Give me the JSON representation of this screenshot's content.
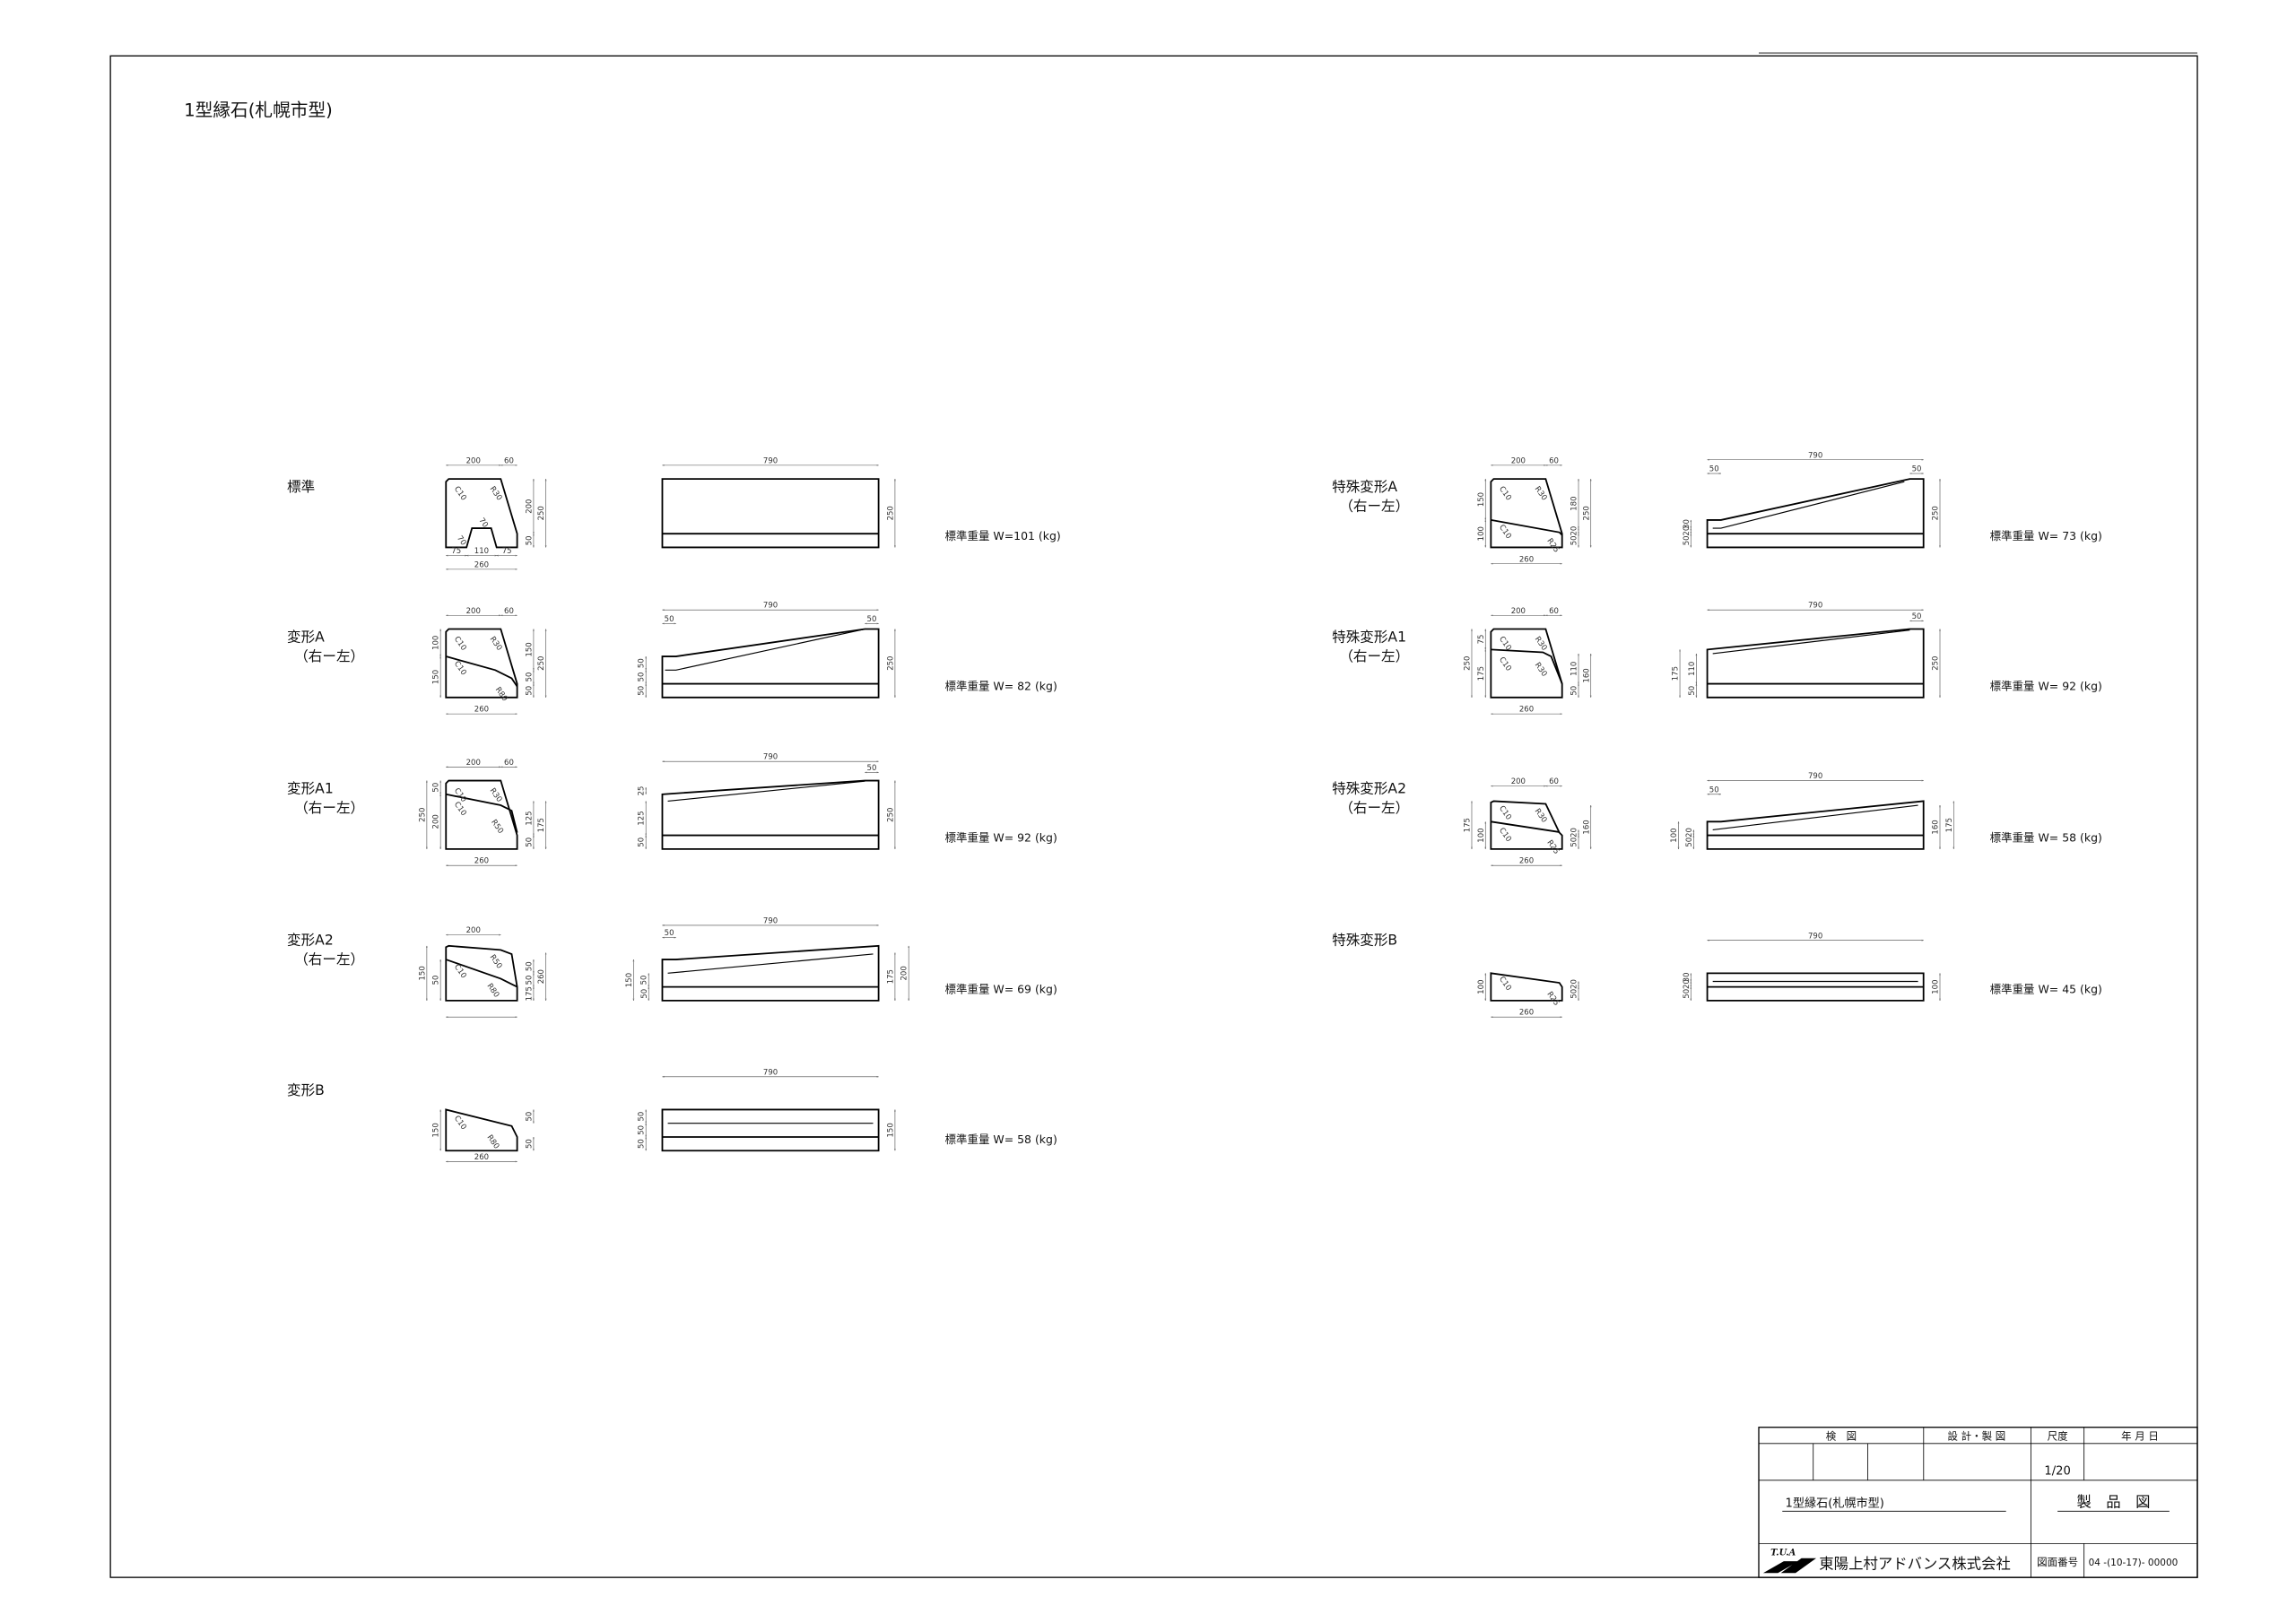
{
  "sheet": {
    "title": "1型縁石(札幌市型)"
  },
  "items": [
    {
      "label": "標準",
      "sublabel": "",
      "weight": "標準重量 W=101 (kg)",
      "section_dims": [
        "200",
        "60",
        "75",
        "110",
        "75",
        "260",
        "200",
        "50",
        "250"
      ],
      "notes": [
        "C10",
        "R30",
        "70",
        "70"
      ],
      "long_dims": [
        "790",
        "250"
      ]
    },
    {
      "label": "変形A",
      "sublabel": "（右ー左）",
      "weight": "標準重量 W= 82 (kg)",
      "section_dims": [
        "200",
        "60",
        "100",
        "150",
        "150",
        "50",
        "50",
        "250",
        "260"
      ],
      "notes": [
        "C10",
        "R30",
        "C10",
        "R80"
      ],
      "long_dims": [
        "790",
        "50",
        "50",
        "50",
        "50",
        "50",
        "250"
      ]
    },
    {
      "label": "変形A1",
      "sublabel": "（右ー左）",
      "weight": "標準重量 W= 92 (kg)",
      "section_dims": [
        "200",
        "60",
        "250",
        "50",
        "200",
        "125",
        "50",
        "175",
        "260"
      ],
      "notes": [
        "C10",
        "R30",
        "C10",
        "R50"
      ],
      "long_dims": [
        "790",
        "50",
        "25",
        "125",
        "50",
        "250"
      ]
    },
    {
      "label": "変形A2",
      "sublabel": "（右ー左）",
      "weight": "標準重量 W= 69 (kg)",
      "section_dims": [
        "200",
        "150",
        "50",
        "50",
        "50",
        "175",
        "260"
      ],
      "notes": [
        "C10",
        "R50",
        "R80"
      ],
      "long_dims": [
        "790",
        "50",
        "150",
        "50",
        "50",
        "175",
        "200"
      ]
    },
    {
      "label": "変形B",
      "sublabel": "",
      "weight": "標準重量 W= 58 (kg)",
      "section_dims": [
        "150",
        "50",
        "50",
        "260"
      ],
      "notes": [
        "C10",
        "R80"
      ],
      "long_dims": [
        "790",
        "50",
        "50",
        "50",
        "150"
      ]
    },
    {
      "label": "特殊変形A",
      "sublabel": "（右ー左）",
      "weight": "標準重量 W= 73 (kg)",
      "section_dims": [
        "200",
        "60",
        "150",
        "100",
        "180",
        "20",
        "50",
        "250",
        "260"
      ],
      "notes": [
        "C10",
        "R30",
        "C10",
        "R25"
      ],
      "long_dims": [
        "790",
        "50",
        "50",
        "30",
        "20",
        "50",
        "250"
      ]
    },
    {
      "label": "特殊変形A1",
      "sublabel": "（右ー左）",
      "weight": "標準重量 W= 92 (kg)",
      "section_dims": [
        "200",
        "60",
        "250",
        "75",
        "175",
        "110",
        "50",
        "160",
        "260"
      ],
      "notes": [
        "C10",
        "R30",
        "C10",
        "R30"
      ],
      "long_dims": [
        "790",
        "50",
        "175",
        "110",
        "50",
        "250"
      ]
    },
    {
      "label": "特殊変形A2",
      "sublabel": "（右ー左）",
      "weight": "標準重量 W= 58 (kg)",
      "section_dims": [
        "200",
        "60",
        "175",
        "100",
        "20",
        "50",
        "160",
        "260"
      ],
      "notes": [
        "C10",
        "R30",
        "C10",
        "R25"
      ],
      "long_dims": [
        "790",
        "50",
        "100",
        "20",
        "50",
        "160",
        "175"
      ]
    },
    {
      "label": "特殊変形B",
      "sublabel": "",
      "weight": "標準重量 W= 45 (kg)",
      "section_dims": [
        "100",
        "20",
        "50",
        "260"
      ],
      "notes": [
        "C10",
        "R25"
      ],
      "long_dims": [
        "790",
        "30",
        "20",
        "50",
        "100"
      ]
    }
  ],
  "title_block": {
    "check_label": "検　図",
    "design_label": "設 計・製 図",
    "scale_label": "尺度",
    "date_label": "年 月 日",
    "scale_value": "1/20",
    "drawing_name": "1型縁石(札幌市型)",
    "drawing_type": "製　品　図",
    "logo_text": "T.U.A",
    "company": "東陽上村アドバンス株式会社",
    "number_label": "図面番号",
    "number_value": "04 -(10-17)- 00000"
  }
}
